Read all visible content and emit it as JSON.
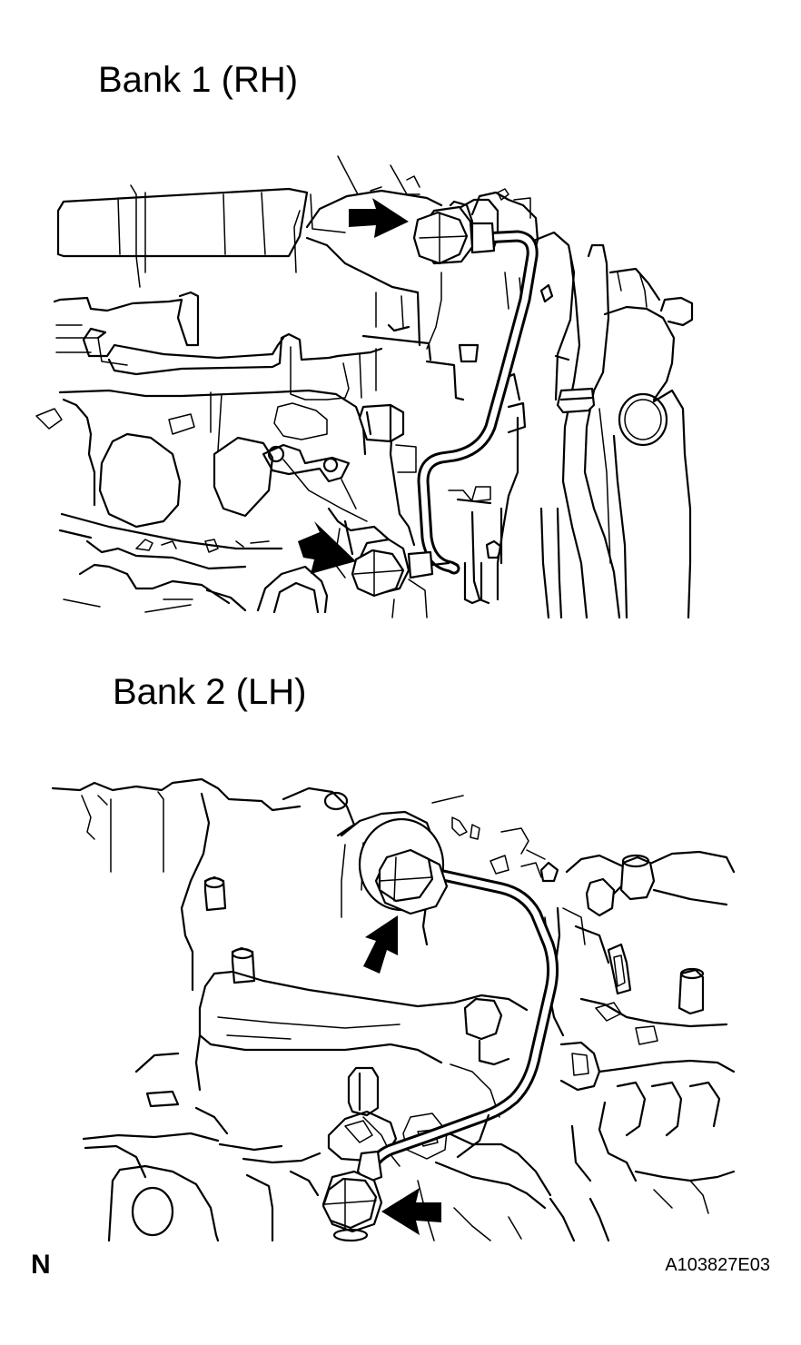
{
  "diagram": {
    "bank1": {
      "title": "Bank 1 (RH)"
    },
    "bank2": {
      "title": "Bank 2 (LH)"
    },
    "orientation_mark": "N",
    "figure_id": "A103827E03",
    "icons": {
      "arrow": "arrow-icon",
      "bolt": "union-bolt-icon"
    },
    "colors": {
      "ink": "#000000",
      "paper": "#ffffff"
    }
  }
}
